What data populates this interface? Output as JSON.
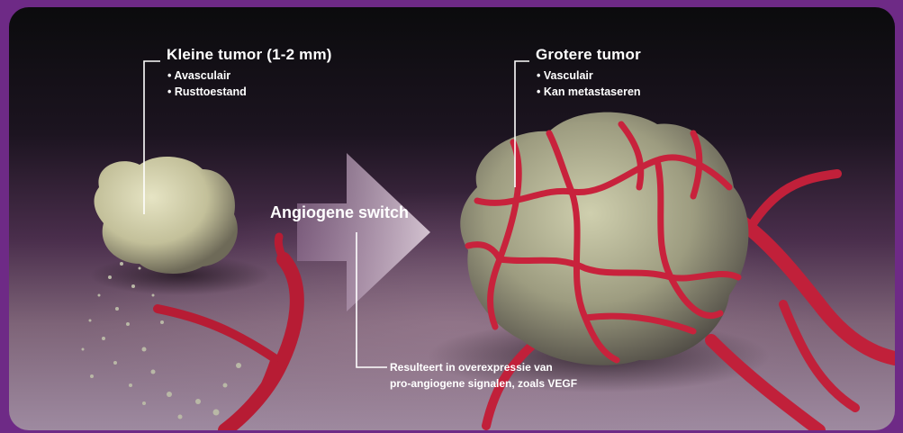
{
  "left_label": {
    "title": "Kleine tumor (1-2 mm)",
    "bullets": [
      "• Avasculair",
      "• Rusttoestand"
    ]
  },
  "right_label": {
    "title": "Grotere tumor",
    "bullets": [
      "• Vasculair",
      "• Kan metastaseren"
    ]
  },
  "switch_label": "Angiogene switch",
  "result_note": [
    "Resulteert in overexpressie van",
    "pro-angiogene signalen, zoals VEGF"
  ],
  "colors": {
    "frame": "#6e2a86",
    "vessel": "#c41e3a",
    "tumor_small": "#c9c6a0",
    "tumor_large": "#a8a888",
    "arrow": "#c8b4c6"
  }
}
